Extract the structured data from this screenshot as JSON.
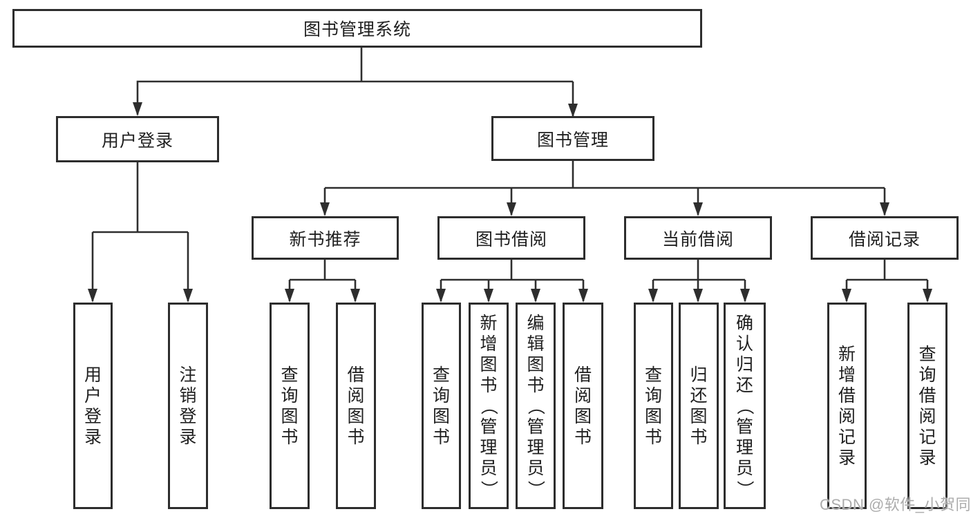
{
  "diagram_title": "图书管理系统",
  "colors": {
    "line": "#2e2e2e",
    "box_border": "#2d2d2d",
    "box_fill": "#ffffff",
    "text": "#1f1f1f",
    "watermark": "#acacac"
  },
  "tree": {
    "label": "图书管理系统",
    "children": [
      {
        "label": "用户登录",
        "children": [
          {
            "label": "用户登录"
          },
          {
            "label": "注销登录"
          }
        ]
      },
      {
        "label": "图书管理",
        "children": [
          {
            "label": "新书推荐",
            "children": [
              {
                "label": "查询图书"
              },
              {
                "label": "借阅图书"
              }
            ]
          },
          {
            "label": "图书借阅",
            "children": [
              {
                "label": "查询图书"
              },
              {
                "label": "新增图书（管理员）"
              },
              {
                "label": "编辑图书（管理员）"
              },
              {
                "label": "借阅图书"
              }
            ]
          },
          {
            "label": "当前借阅",
            "children": [
              {
                "label": "查询图书"
              },
              {
                "label": "归还图书"
              },
              {
                "label": "确认归还（管理员）"
              }
            ]
          },
          {
            "label": "借阅记录",
            "children": [
              {
                "label": "新增借阅记录"
              },
              {
                "label": "查询借阅记录"
              }
            ]
          }
        ]
      }
    ]
  },
  "watermark": "CSDN @软件_小贺同学"
}
